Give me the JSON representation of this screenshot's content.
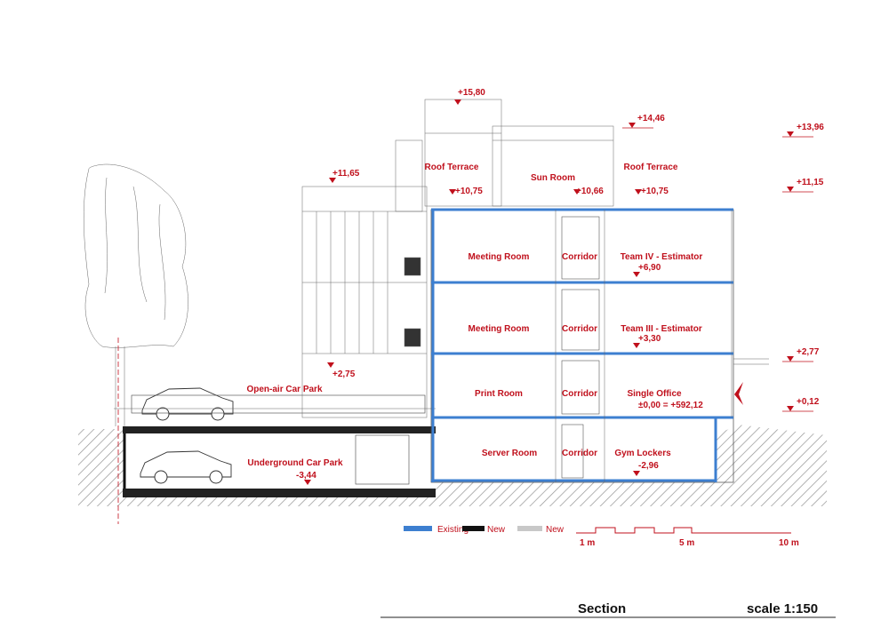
{
  "title": "Section",
  "scale": "scale 1:150",
  "rooms": {
    "roof_terrace_left": "Roof Terrace",
    "sun_room": "Sun Room",
    "roof_terrace_right": "Roof Terrace",
    "meeting_room_2": "Meeting Room",
    "corridor_2": "Corridor",
    "team_iv": "Team IV - Estimator",
    "meeting_room_1": "Meeting Room",
    "corridor_1": "Corridor",
    "team_iii": "Team III - Estimator",
    "print_room": "Print Room",
    "corridor_0": "Corridor",
    "single_office": "Single Office",
    "server_room": "Server Room",
    "corridor_b": "Corridor",
    "gym_lockers": "Gym Lockers",
    "open_air_car_park": "Open-air Car Park",
    "underground_car_park": "Underground Car Park"
  },
  "levels": {
    "top": "+15,80",
    "roof_mid": "+14,46",
    "right_top": "+13,96",
    "left_parapet": "+11,65",
    "terrace_left": "+10,75",
    "sun_room": "+10,66",
    "terrace_right": "+10,75",
    "right_upper": "+11,15",
    "floor_2": "+6,90",
    "floor_1": "+3,30",
    "car_park": "+2,75",
    "right_mid": "+2,77",
    "ground": "±0,00 = +592,12",
    "right_ground": "+0,12",
    "basement": "-2,96",
    "underground": "-3,44"
  },
  "legend": [
    {
      "label": "Existing",
      "color": "#3d7fd0"
    },
    {
      "label": "New",
      "color": "#111111"
    },
    {
      "label": "New",
      "color": "#c8c8c8"
    }
  ],
  "scalebar": {
    "l1": "1 m",
    "l5": "5 m",
    "l10": "10 m"
  },
  "colors": {
    "accent": "#c0101c",
    "existing": "#3d7fd0",
    "new": "#111111",
    "ground": "#b0b0b0"
  }
}
